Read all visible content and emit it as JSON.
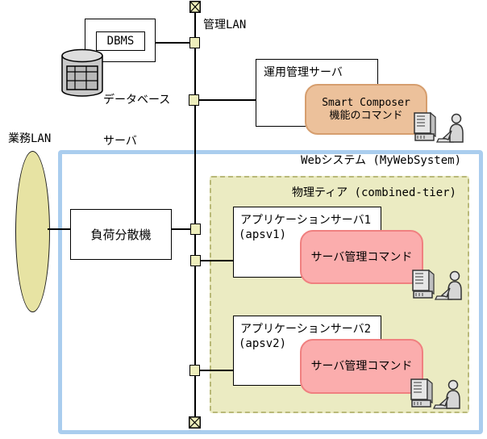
{
  "labels": {
    "management_lan": "管理LAN",
    "business_lan": "業務LAN"
  },
  "dbms": {
    "title": "DBMS",
    "caption_line1": "データベース",
    "caption_line2": "サーバ"
  },
  "ops_server": {
    "title": "運用管理サーバ",
    "command_line1": "Smart Composer",
    "command_line2": "機能のコマンド"
  },
  "web_system": {
    "label": "Webシステム (MyWebSystem)"
  },
  "physical_tier": {
    "label": "物理ティア (combined-tier)"
  },
  "load_balancer": {
    "label": "負荷分散機"
  },
  "app_server1": {
    "title": "アプリケーションサーバ1",
    "id": "(apsv1)",
    "command": "サーバ管理コマンド"
  },
  "app_server2": {
    "title": "アプリケーションサーバ2",
    "id": "(apsv2)",
    "command": "サーバ管理コマンド"
  },
  "colors": {
    "web_system_border": "#aacdee",
    "physical_tier_fill": "#ebebc2",
    "physical_tier_border": "#b9b979",
    "lan_ellipse_fill": "#e7e3a3",
    "connector_fill": "#eeeebb",
    "smart_composer_fill": "#ecc19b",
    "smart_composer_border": "#d69e6e",
    "server_command_fill": "#fbadad",
    "server_command_border": "#f08080",
    "line_color": "#000000"
  }
}
